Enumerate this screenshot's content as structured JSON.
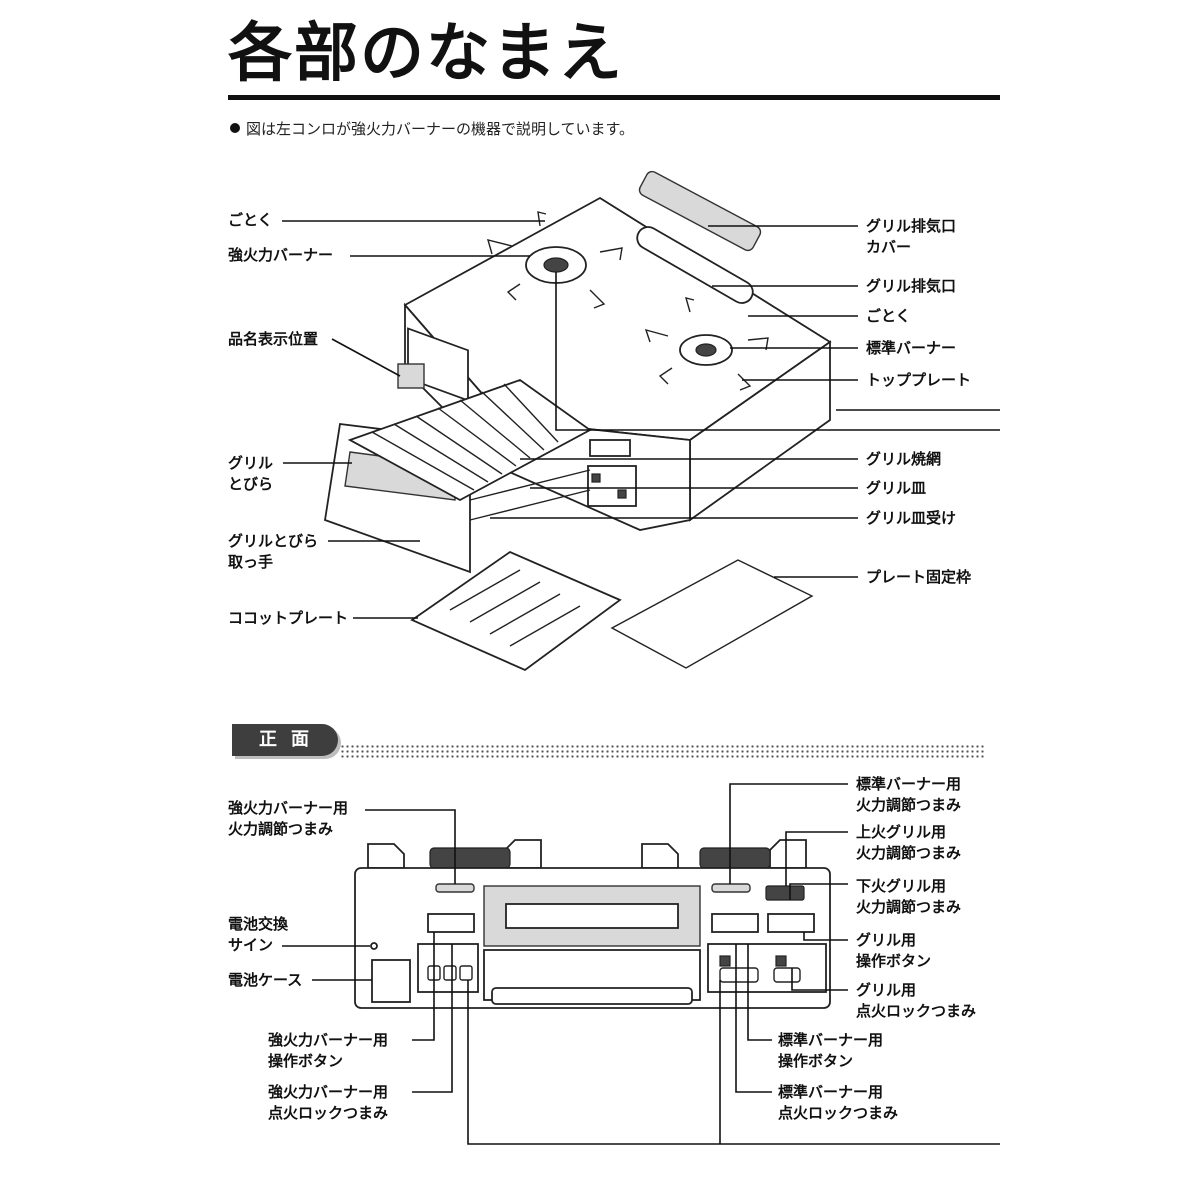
{
  "title": "各部のなまえ",
  "note": "図は左コンロが強火力バーナーの機器で説明しています。",
  "top_labels": {
    "gotoku_left": "ごとく",
    "strong_burner": "強火力バーナー",
    "product_name_position": "品名表示位置",
    "grill_door": [
      "グリル",
      "とびら"
    ],
    "grill_door_handle": [
      "グリルとびら",
      "取っ手"
    ],
    "cocotte_plate": "ココットプレート",
    "grill_exhaust_cover": [
      "グリル排気口",
      "カバー"
    ],
    "grill_exhaust": "グリル排気口",
    "gotoku_right": "ごとく",
    "standard_burner": "標準バーナー",
    "top_plate": "トッププレート",
    "grill_net": "グリル焼網",
    "grill_pan": "グリル皿",
    "grill_pan_holder": "グリル皿受け",
    "plate_frame": "プレート固定枠"
  },
  "section": {
    "label": "正面"
  },
  "front_labels": {
    "strong_knob": [
      "強火力バーナー用",
      "火力調節つまみ"
    ],
    "battery_sign": [
      "電池交換",
      "サイン"
    ],
    "battery_case": "電池ケース",
    "strong_button": [
      "強火力バーナー用",
      "操作ボタン"
    ],
    "strong_lock": [
      "強火力バーナー用",
      "点火ロックつまみ"
    ],
    "standard_knob": [
      "標準バーナー用",
      "火力調節つまみ"
    ],
    "upper_grill_knob": [
      "上火グリル用",
      "火力調節つまみ"
    ],
    "lower_grill_knob": [
      "下火グリル用",
      "火力調節つまみ"
    ],
    "grill_button": [
      "グリル用",
      "操作ボタン"
    ],
    "grill_lock": [
      "グリル用",
      "点火ロックつまみ"
    ],
    "standard_button": [
      "標準バーナー用",
      "操作ボタン"
    ],
    "standard_lock": [
      "標準バーナー用",
      "点火ロックつまみ"
    ]
  }
}
